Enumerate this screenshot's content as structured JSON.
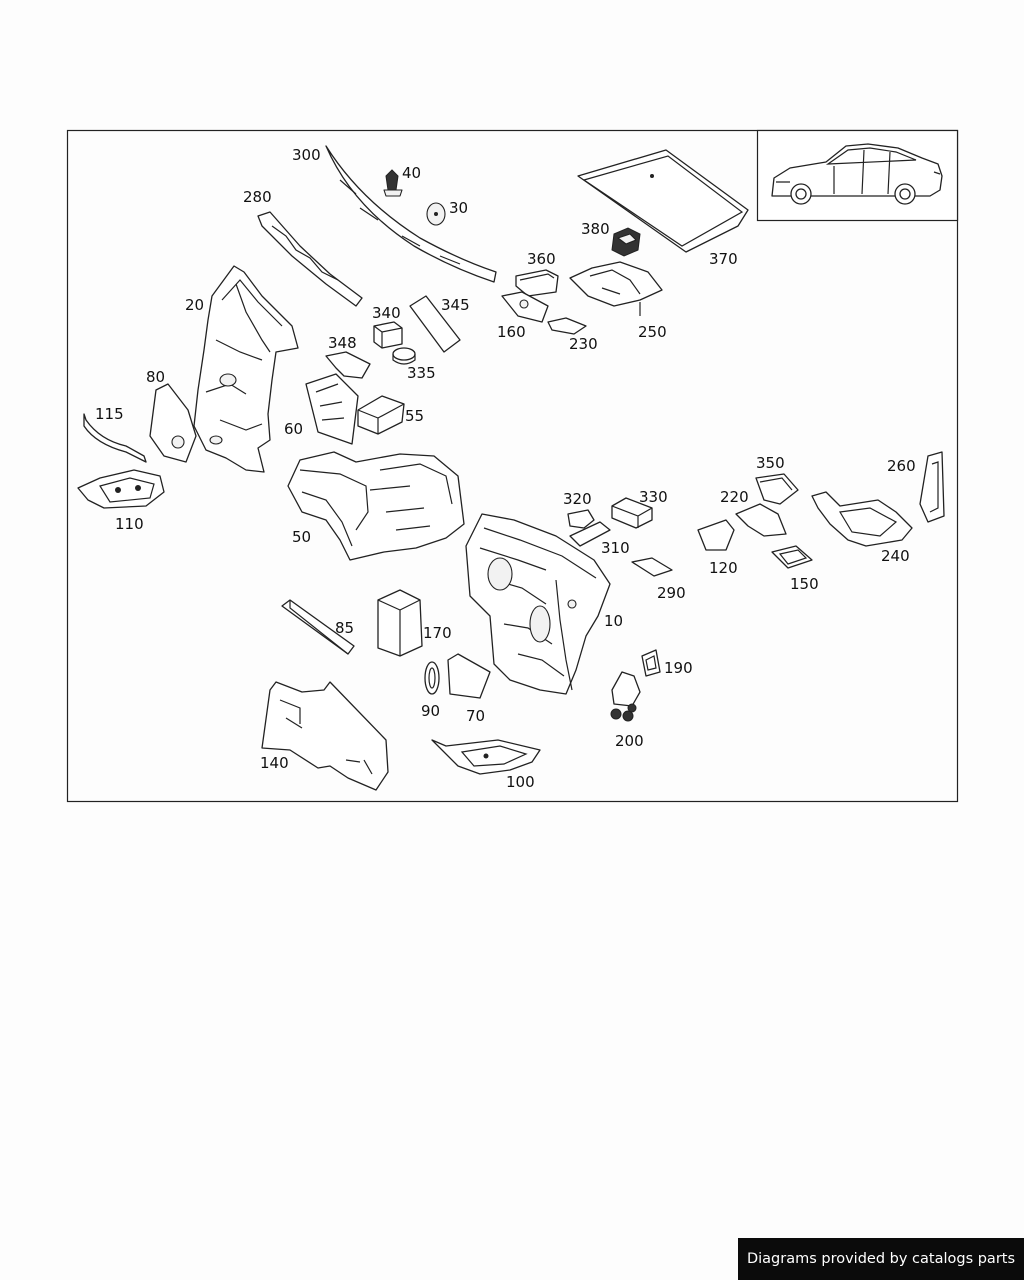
{
  "credit": "Diagrams provided by catalogs parts",
  "callouts": [
    "300",
    "40",
    "30",
    "280",
    "380",
    "370",
    "360",
    "340",
    "345",
    "20",
    "160",
    "230",
    "250",
    "348",
    "335",
    "80",
    "55",
    "115",
    "60",
    "110",
    "350",
    "260",
    "320",
    "330",
    "220",
    "50",
    "310",
    "240",
    "120",
    "290",
    "150",
    "10",
    "85",
    "170",
    "190",
    "90",
    "70",
    "200",
    "140",
    "100"
  ]
}
